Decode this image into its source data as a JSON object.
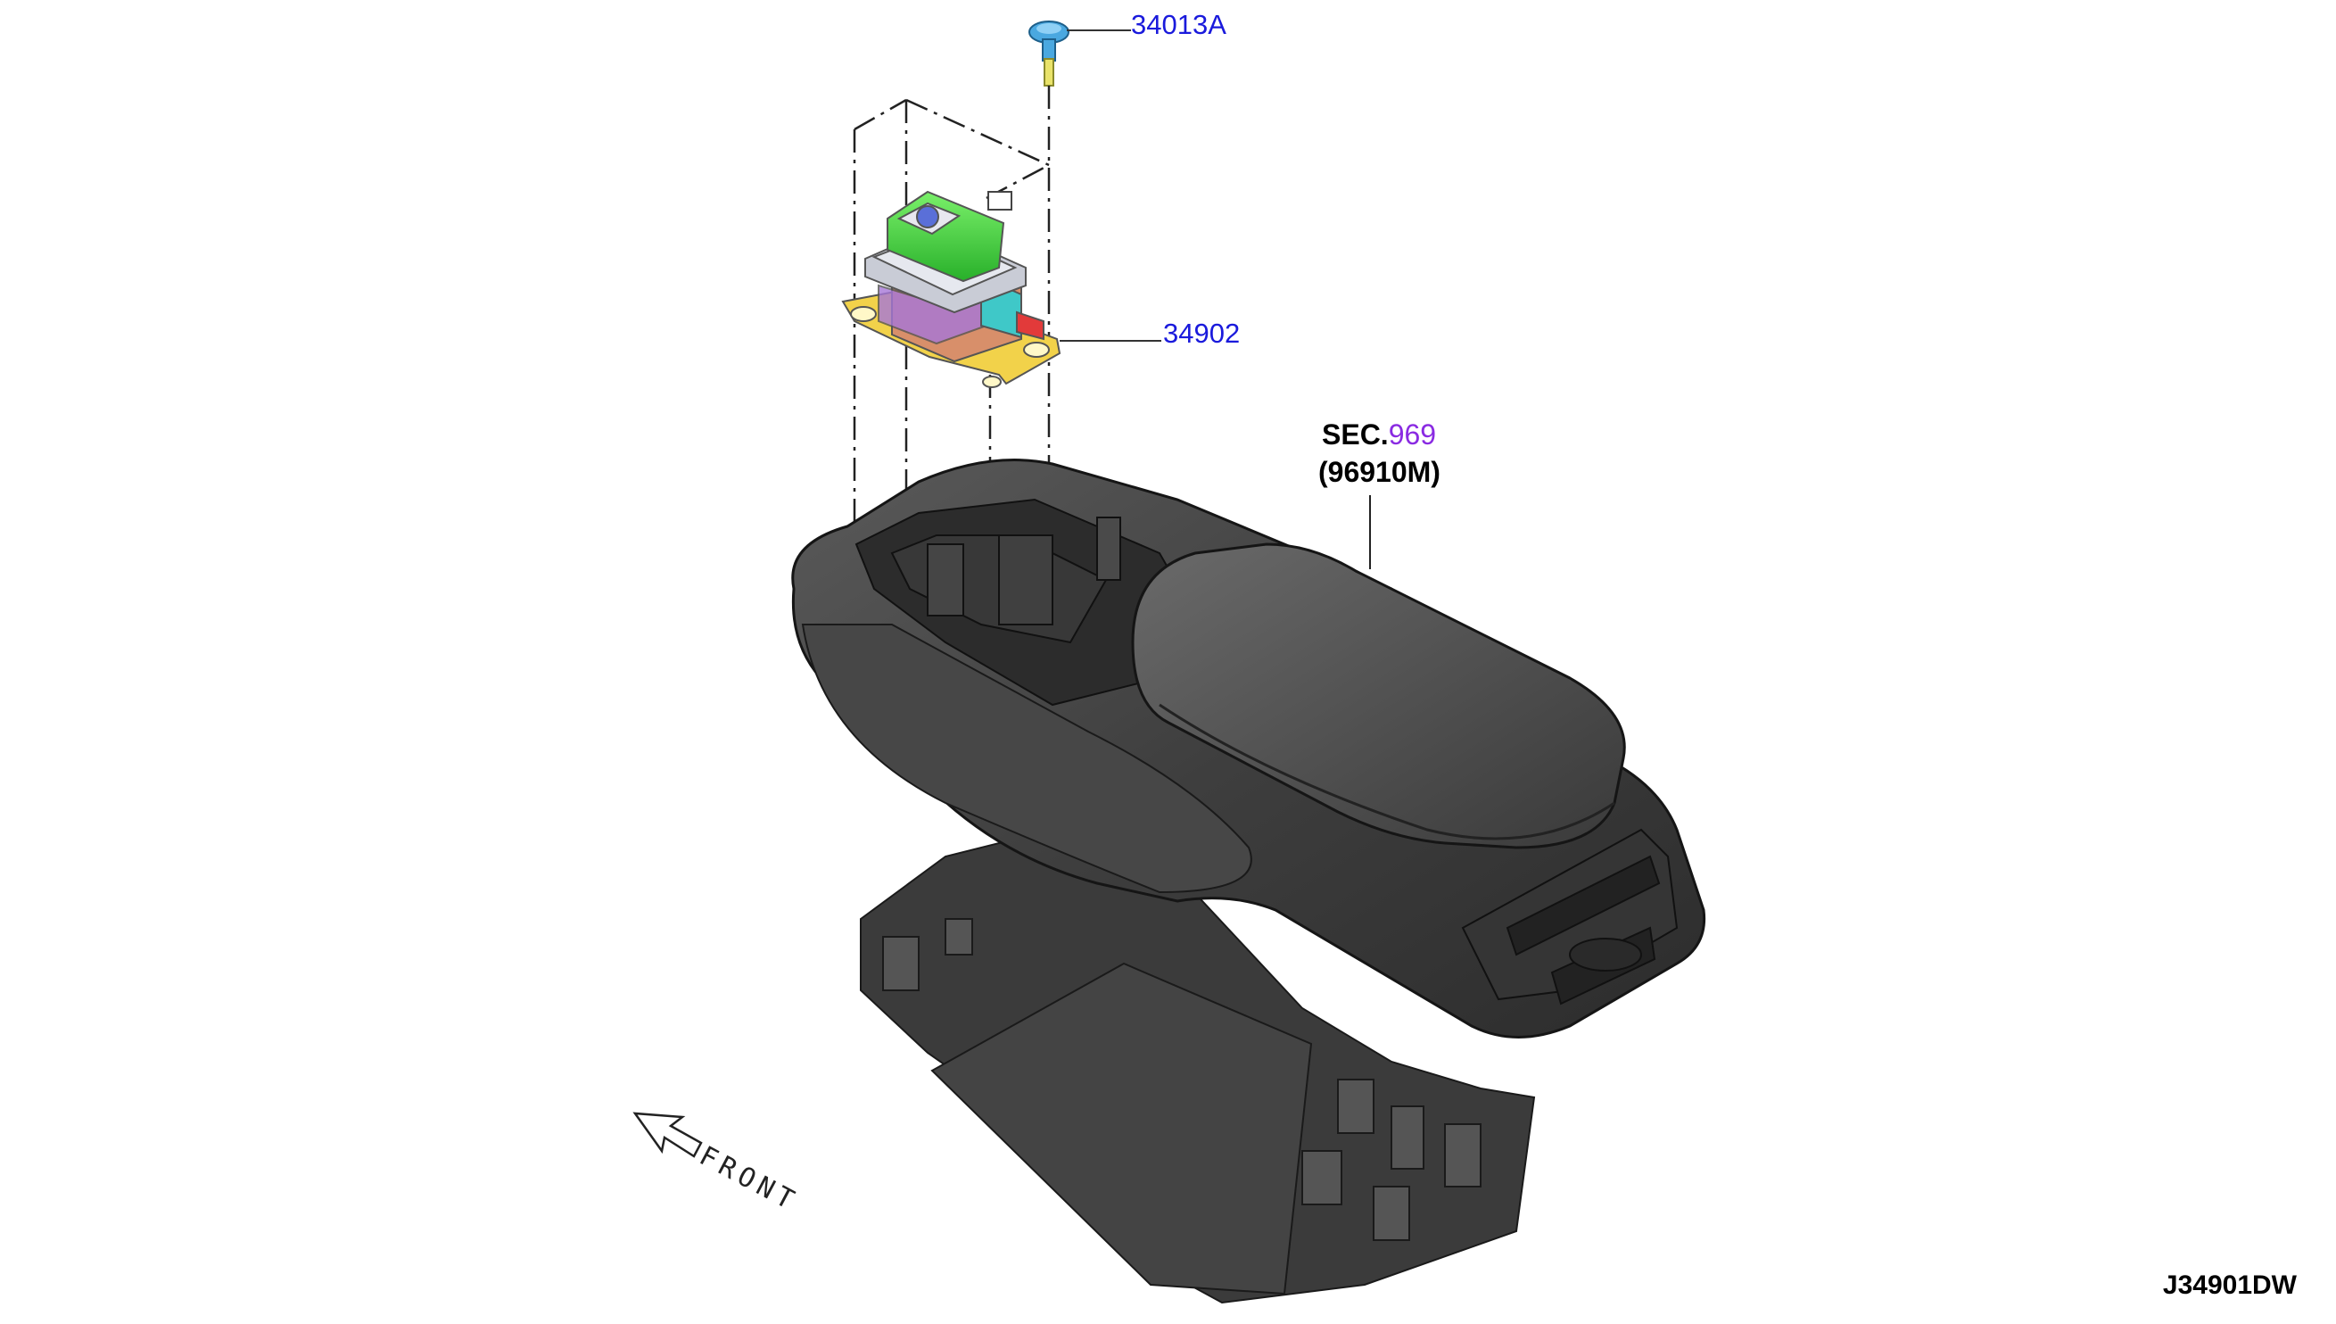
{
  "diagram": {
    "callouts": {
      "clip_part": "34013A",
      "switch_part": "34902",
      "section_prefix": "SEC.",
      "section_number": "969",
      "console_part": "(96910M)"
    },
    "front_arrow_label": "FRONT",
    "drawing_code": "J34901DW"
  },
  "colors": {
    "callout_text": "#1a1adc",
    "section_number": "#8a2be2",
    "console_body": "#3d3d3d",
    "switch_top": "#44d63a",
    "switch_base": "#f2d24a"
  }
}
